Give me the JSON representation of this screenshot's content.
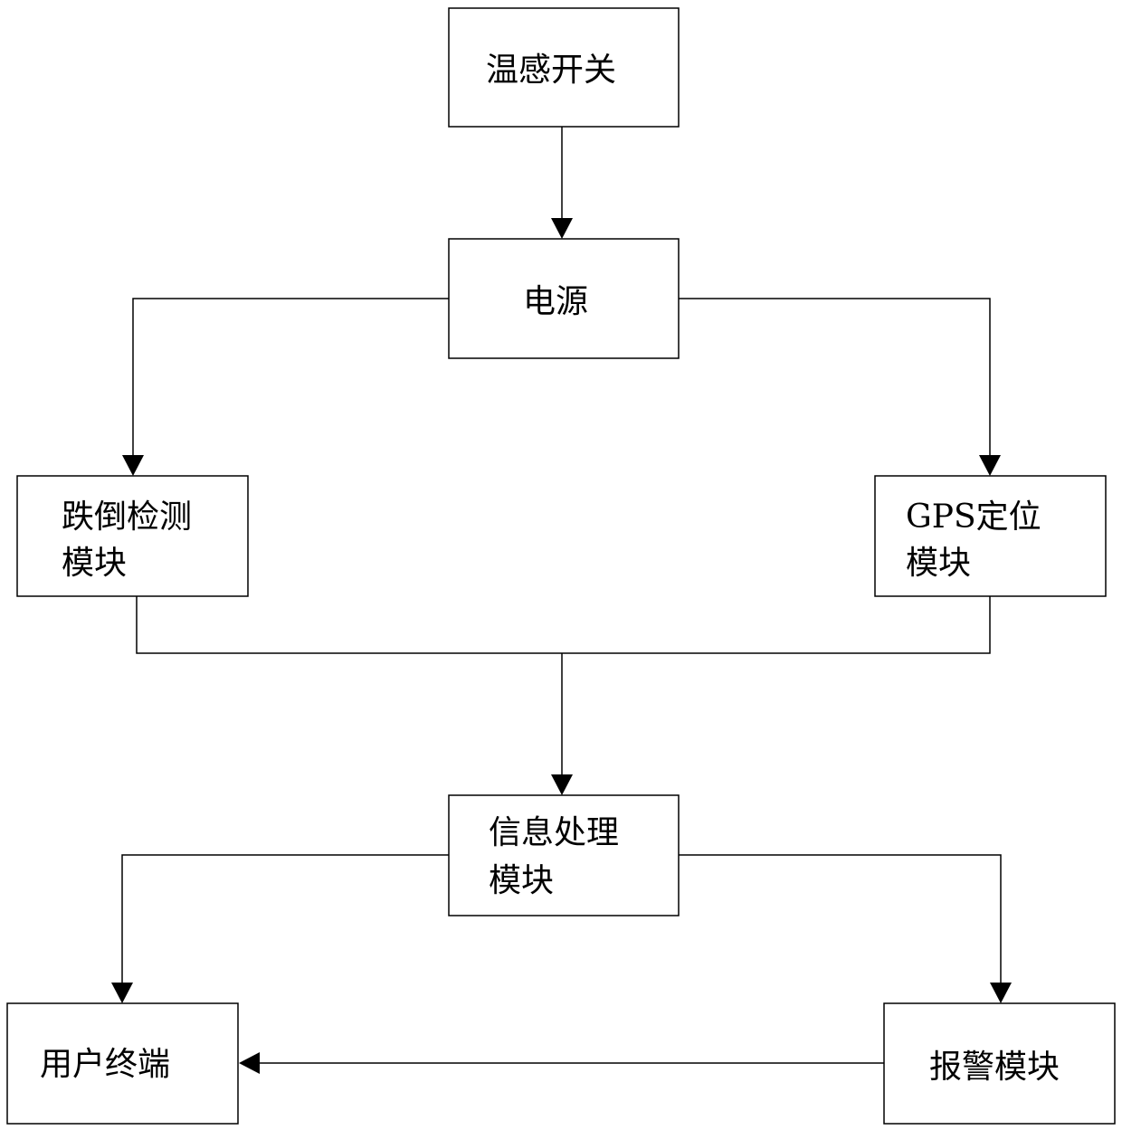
{
  "diagram": {
    "nodes": {
      "temp_switch": {
        "lines": [
          "温感开关"
        ]
      },
      "power": {
        "lines": [
          "电源"
        ]
      },
      "fall_detect": {
        "lines": [
          "跌倒检测",
          "模块"
        ]
      },
      "gps": {
        "lines": [
          "GPS定位",
          "模块"
        ]
      },
      "info_proc": {
        "lines": [
          "信息处理",
          "模块"
        ]
      },
      "user_terminal": {
        "lines": [
          "用户终端"
        ]
      },
      "alarm": {
        "lines": [
          "报警模块"
        ]
      }
    },
    "edges": [
      {
        "from": "temp_switch",
        "to": "power"
      },
      {
        "from": "power",
        "to": "fall_detect"
      },
      {
        "from": "power",
        "to": "gps"
      },
      {
        "from": "fall_detect",
        "to": "info_proc"
      },
      {
        "from": "gps",
        "to": "info_proc"
      },
      {
        "from": "info_proc",
        "to": "user_terminal"
      },
      {
        "from": "info_proc",
        "to": "alarm"
      },
      {
        "from": "alarm",
        "to": "user_terminal"
      }
    ]
  }
}
